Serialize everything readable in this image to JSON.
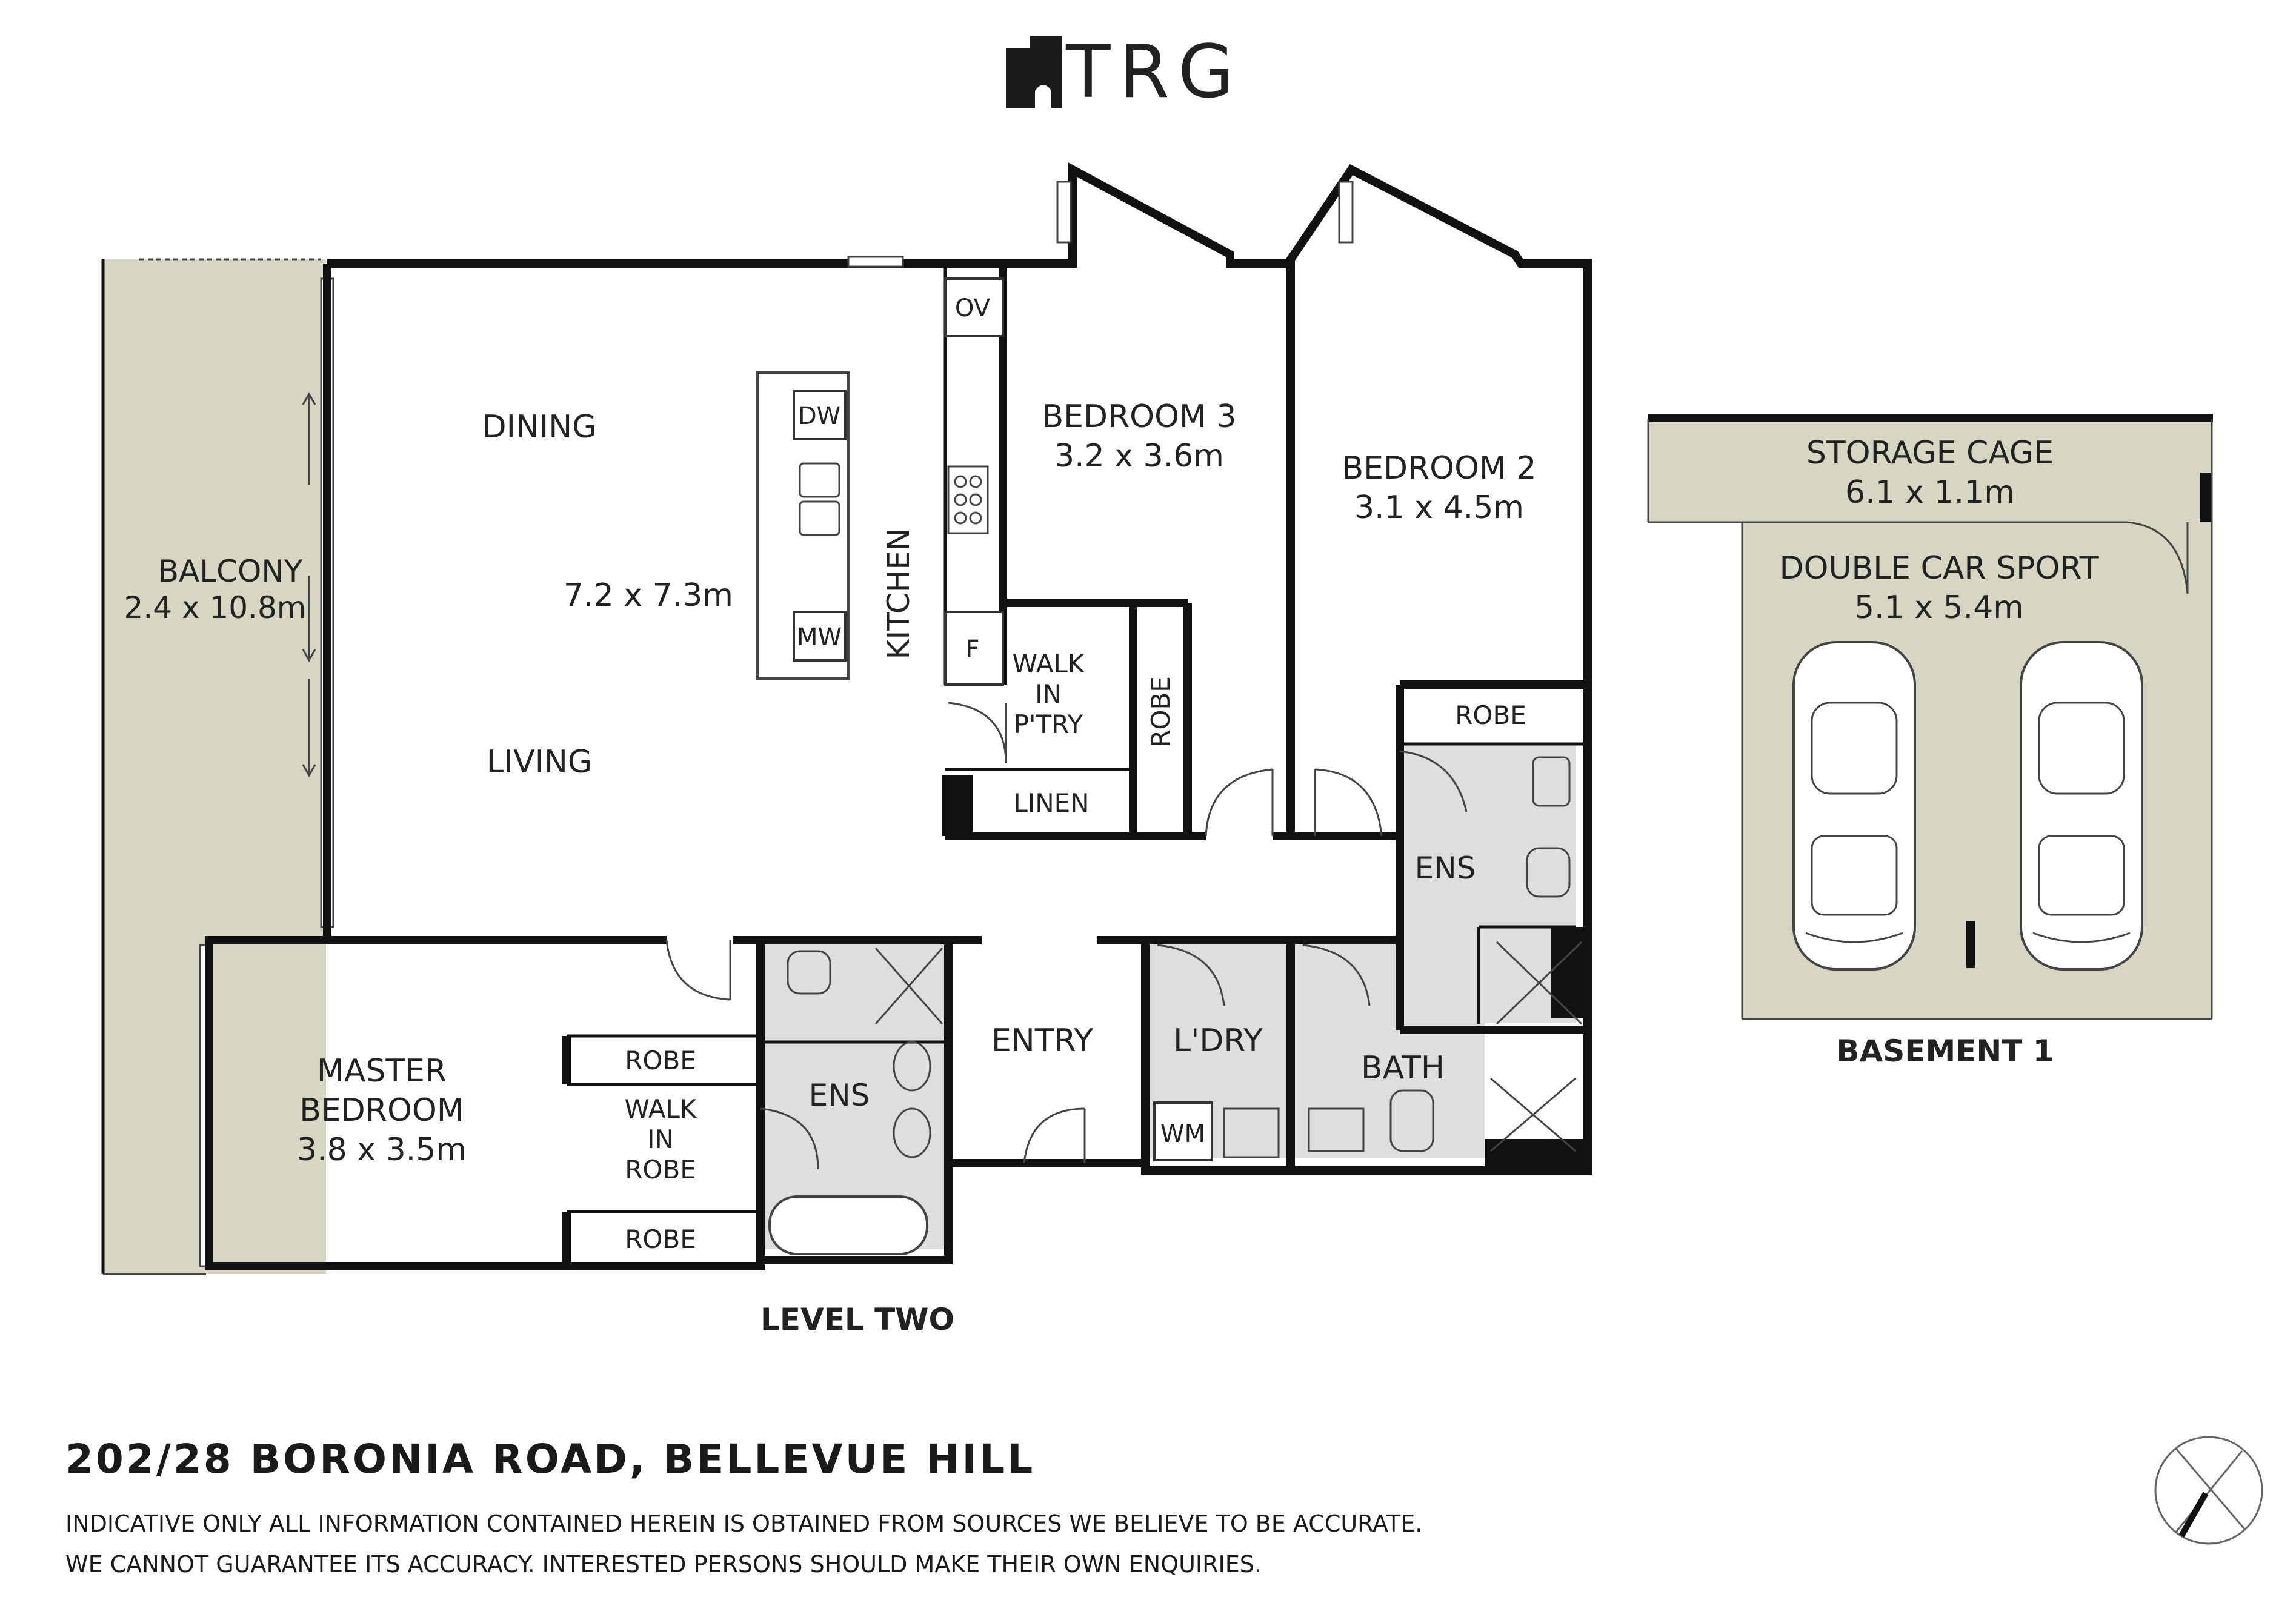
{
  "brand": {
    "name": "TRG"
  },
  "floors": {
    "level_two": {
      "label": "LEVEL TWO"
    },
    "basement": {
      "label": "BASEMENT 1"
    }
  },
  "rooms": {
    "balcony": {
      "name": "BALCONY",
      "size": "2.4 x 10.8m"
    },
    "dining": {
      "name": "DINING"
    },
    "living_size": "7.2 x 7.3m",
    "living": {
      "name": "LIVING"
    },
    "kitchen": {
      "name": "KITCHEN"
    },
    "bedroom3": {
      "name": "BEDROOM 3",
      "size": "3.2 x 3.6m"
    },
    "bedroom2": {
      "name": "BEDROOM 2",
      "size": "3.1 x 4.5m"
    },
    "master": {
      "name_line1": "MASTER",
      "name_line2": "BEDROOM",
      "size": "3.8 x 3.5m"
    },
    "ens_master": {
      "name": "ENS"
    },
    "ens_bed2": {
      "name": "ENS"
    },
    "entry": {
      "name": "ENTRY"
    },
    "laundry": {
      "name": "L'DRY"
    },
    "bath": {
      "name": "BATH"
    },
    "walk_in_pantry": {
      "line1": "WALK",
      "line2": "IN",
      "line3": "P'TRY"
    },
    "walk_in_robe": {
      "line1": "WALK",
      "line2": "IN",
      "line3": "ROBE"
    },
    "linen": {
      "name": "LINEN"
    },
    "robe_bed3": {
      "name": "ROBE"
    },
    "robe_bed2": {
      "name": "ROBE"
    },
    "robe_master_top": {
      "name": "ROBE"
    },
    "robe_master_bottom": {
      "name": "ROBE"
    },
    "storage_cage": {
      "name": "STORAGE CAGE",
      "size": "6.1 x 1.1m"
    },
    "car_space": {
      "name": "DOUBLE CAR SPORT",
      "size": "5.1 x 5.4m"
    }
  },
  "appliances": {
    "oven": "OV",
    "dishwasher": "DW",
    "microwave": "MW",
    "fridge": "F",
    "washing_machine": "WM"
  },
  "address": "202/28 BORONIA ROAD, BELLEVUE HILL",
  "disclaimer": {
    "line1": "INDICATIVE ONLY ALL INFORMATION CONTAINED HEREIN IS OBTAINED FROM SOURCES WE BELIEVE TO BE ACCURATE.",
    "line2": "WE CANNOT GUARANTEE ITS ACCURACY. INTERESTED PERSONS SHOULD MAKE THEIR OWN ENQUIRIES."
  },
  "colors": {
    "outdoor_fill": "#d6d6c2",
    "wet_area_fill": "#dedede",
    "wall": "#111111"
  }
}
